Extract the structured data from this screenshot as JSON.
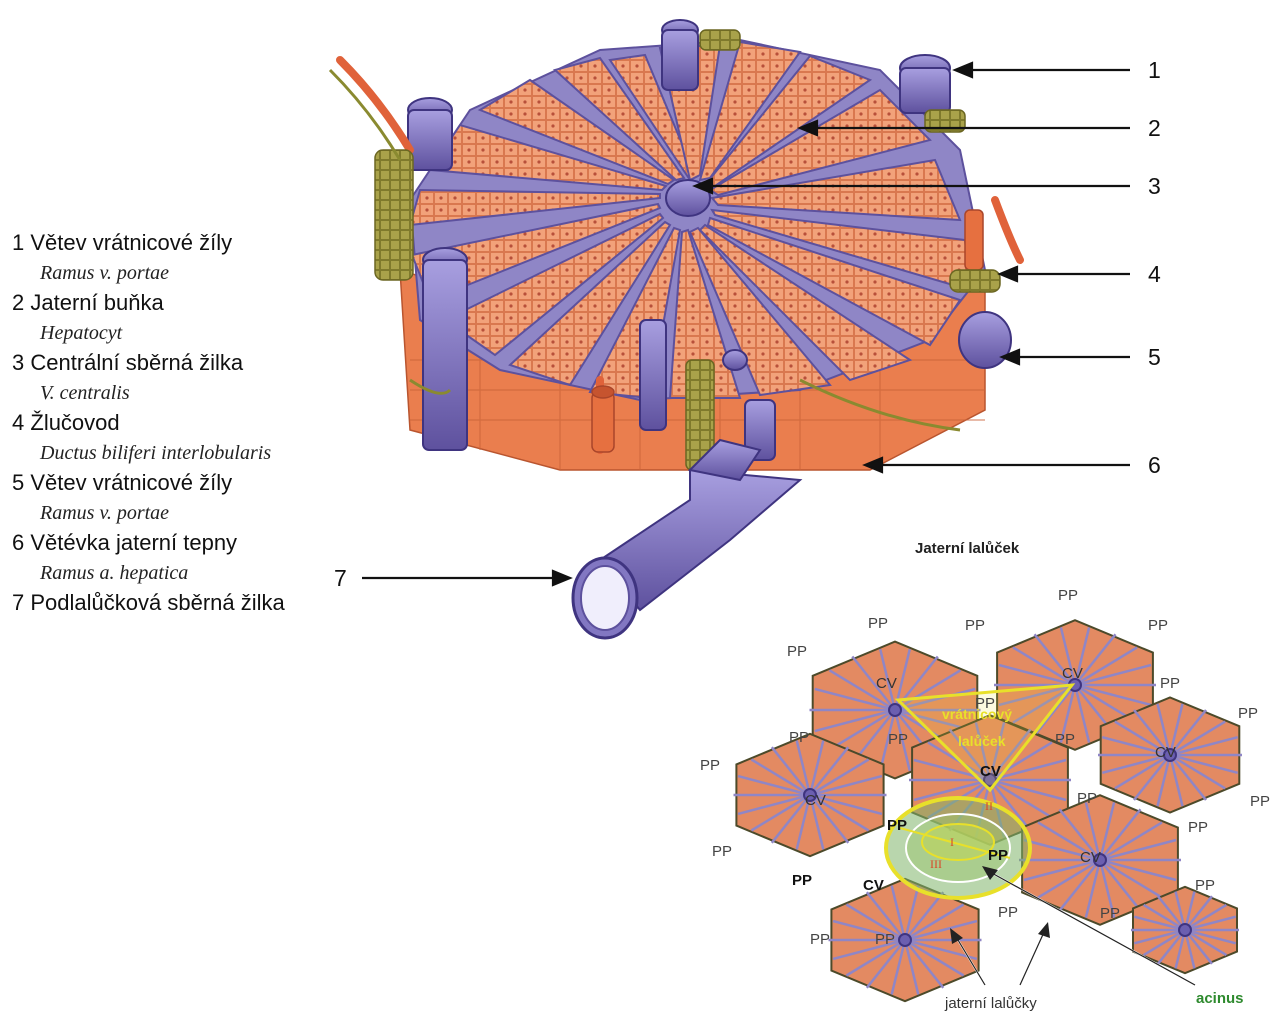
{
  "legend": [
    {
      "n": "1",
      "cz": "Větev vrátnicové žíly",
      "la": "Ramus v. portae"
    },
    {
      "n": "2",
      "cz": "Jaterní buňka",
      "la": "Hepatocyt"
    },
    {
      "n": "3",
      "cz": "Centrální sběrná žilka",
      "la": "V. centralis"
    },
    {
      "n": "4",
      "cz": "Žlučovod",
      "la": "Ductus biliferi interlobularis"
    },
    {
      "n": "5",
      "cz": "Větev vrátnicové žíly",
      "la": "Ramus v. portae"
    },
    {
      "n": "6",
      "cz": "Větévka jaterní tepny",
      "la": "Ramus a. hepatica"
    },
    {
      "n": "7",
      "cz": "Podlalůčková sběrná žilka",
      "la": ""
    }
  ],
  "callouts": [
    "1",
    "2",
    "3",
    "4",
    "5",
    "6",
    "7"
  ],
  "lobule_panel": {
    "title": "Jaterní lalůček",
    "pp": "PP",
    "cv": "CV",
    "portal_lobule": [
      "vrátnicový",
      "lalůček"
    ],
    "zones": [
      "I",
      "II",
      "III"
    ],
    "bottom_label": "jaterní lalůčky",
    "acinus": "acinus"
  },
  "colors": {
    "hepatocyte": "#f2a27a",
    "sinusoid": "#8f86c6",
    "vein": "#7c6fc0",
    "bile_duct": "#a9a24a",
    "artery": "#e0623a",
    "yellow": "#e8e02a",
    "acinus_green": "#2e8a2e"
  }
}
